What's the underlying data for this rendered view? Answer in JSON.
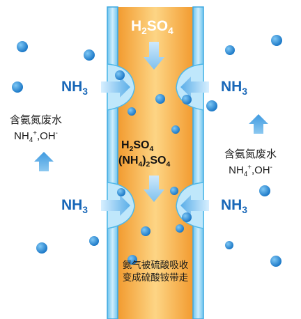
{
  "diagram": {
    "top_reagent": {
      "pre": "H",
      "sub": "2",
      "post": "SO",
      "sub2": "4"
    },
    "gas_label": {
      "pre": "NH",
      "sub": "3"
    },
    "center_line1": {
      "pre": "H",
      "sub": "2",
      "post": "SO",
      "sub2": "4"
    },
    "center_line2": {
      "a": "(NH",
      "b": "4",
      "c": ")",
      "d": "2",
      "e": "SO",
      "f": "4"
    },
    "wastewater_label": "含氨氮废水",
    "ions": {
      "nh": "NH",
      "four": "4",
      "plus": "+",
      "sep": ",OH",
      "minus": "-"
    },
    "bottom_note_line1": "氨气被硫酸吸收",
    "bottom_note_line2": "变成硫酸铵带走"
  },
  "colors": {
    "membrane": "#b6e6fb",
    "membrane_edge": "#4fb8e8",
    "acid_core": "#f6a93e",
    "acid_light": "#fcd487",
    "ball": "#1f8ad8",
    "arrow": "#5aaee8",
    "text_blue": "#1867b8"
  }
}
